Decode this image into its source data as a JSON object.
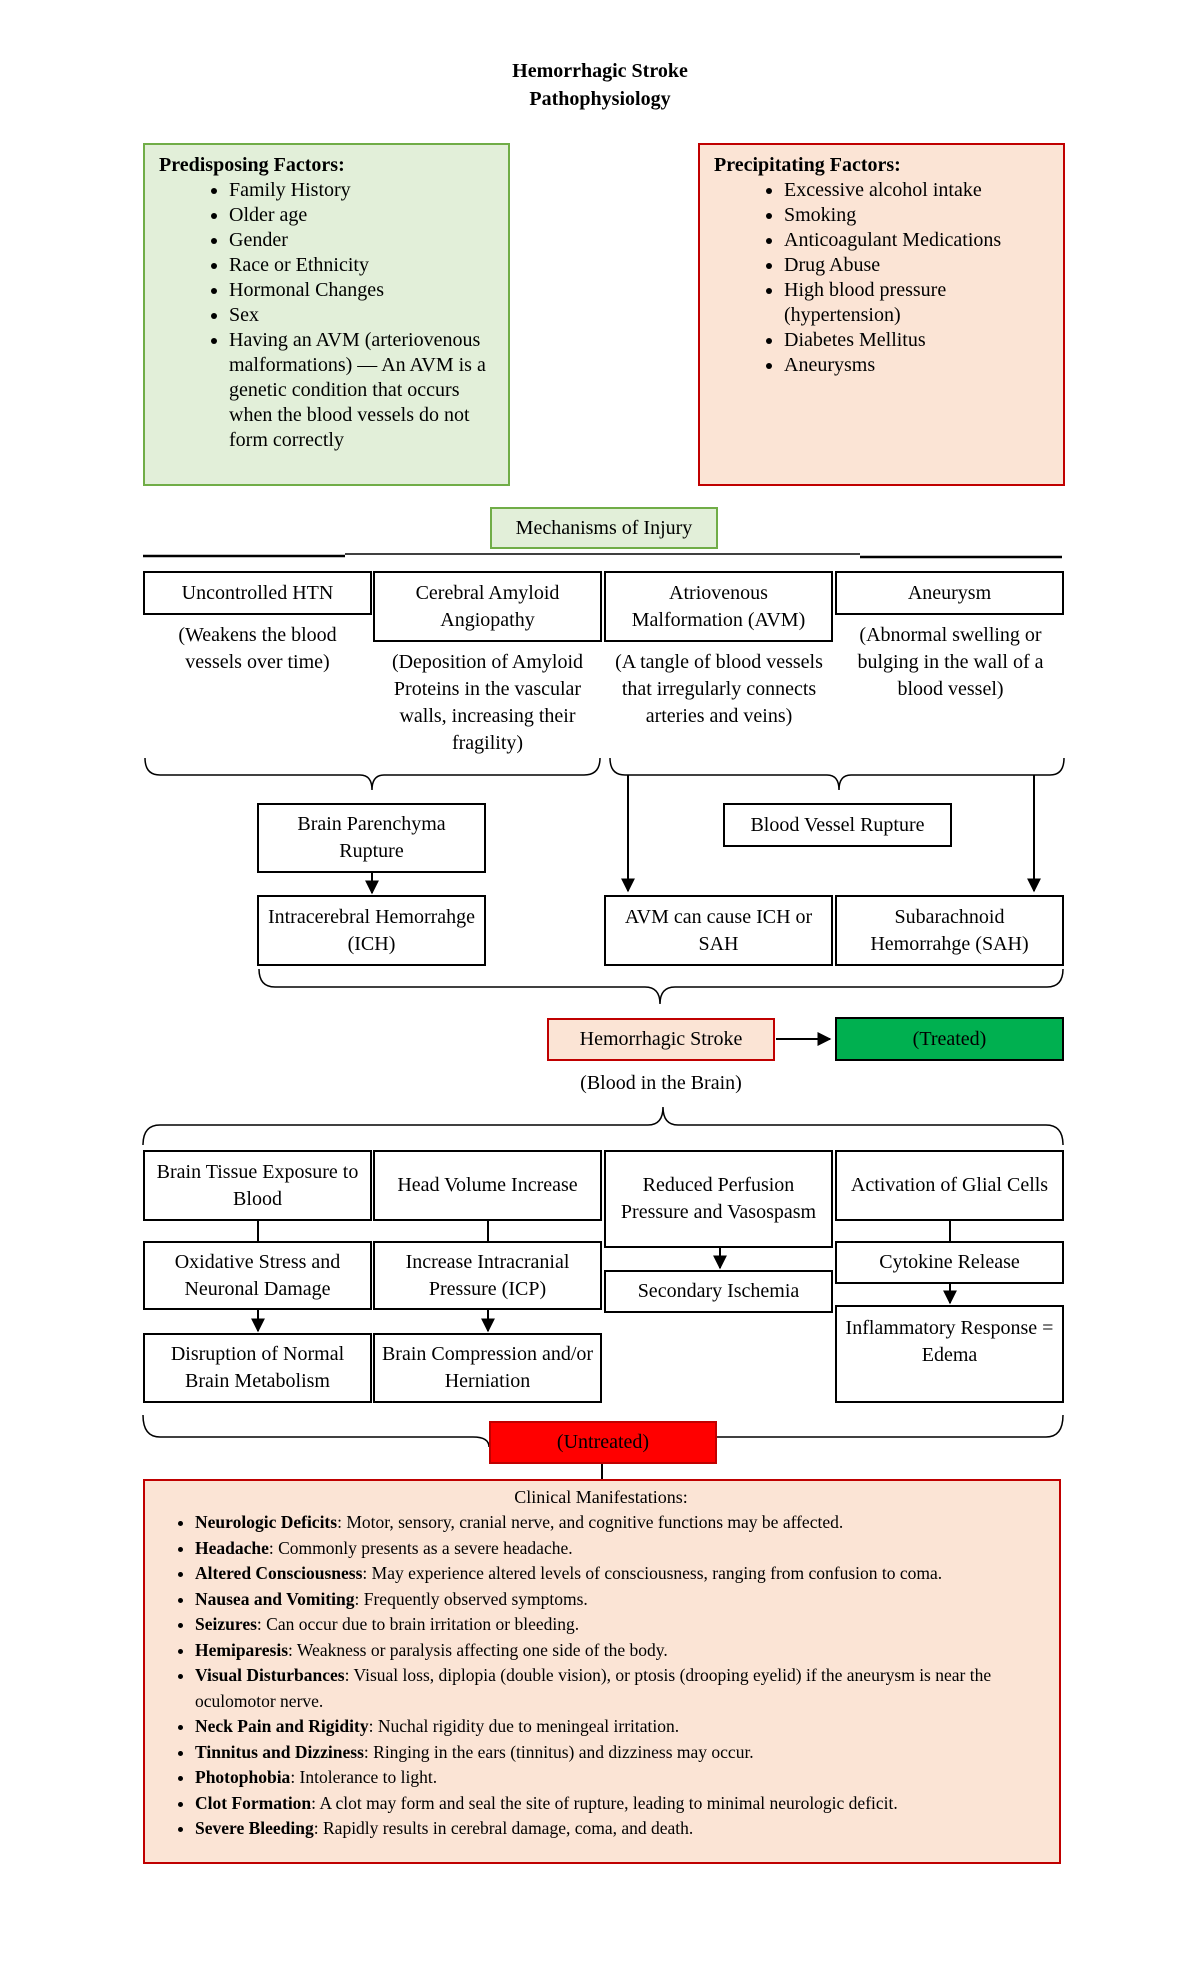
{
  "title": {
    "line1": "Hemorrhagic Stroke",
    "line2": "Pathophysiology"
  },
  "predisposing": {
    "heading": "Predisposing Factors:",
    "items": [
      "Family History",
      "Older age",
      "Gender",
      "Race or Ethnicity",
      "Hormonal Changes",
      "Sex",
      "Having an AVM (arteriovenous malformations) — An AVM is a genetic condition that occurs when the blood vessels do not form correctly"
    ]
  },
  "precipitating": {
    "heading": "Precipitating Factors:",
    "items": [
      "Excessive alcohol intake",
      "Smoking",
      "Anticoagulant Medications",
      "Drug Abuse",
      "High blood pressure (hypertension)",
      "Diabetes Mellitus",
      "Aneurysms"
    ]
  },
  "mechanisms": {
    "label": "Mechanisms of Injury",
    "items": [
      {
        "name": "Uncontrolled HTN",
        "desc": "(Weakens the blood vessels over time)"
      },
      {
        "name": "Cerebral Amyloid Angiopathy",
        "desc": "(Deposition of Amyloid Proteins in the vascular walls, increasing their fragility)"
      },
      {
        "name": "Atriovenous Malformation (AVM)",
        "desc": "(A tangle of blood vessels that irregularly connects arteries and veins)"
      },
      {
        "name": "Aneurysm",
        "desc": "(Abnormal swelling or bulging in the wall of a blood vessel)"
      }
    ]
  },
  "rupture": {
    "brain_parenchyma": "Brain Parenchyma Rupture",
    "blood_vessel": "Blood Vessel Rupture",
    "ich": "Intracerebral Hemorrahge (ICH)",
    "avm": "AVM can cause ICH or SAH",
    "sah": "Subarachnoid Hemorrahge (SAH)"
  },
  "stroke": {
    "label": "Hemorrhagic Stroke",
    "treated": "(Treated)",
    "subtitle": "(Blood in the Brain)"
  },
  "effects": {
    "col1": [
      "Brain Tissue Exposure to Blood",
      "Oxidative Stress and Neuronal Damage",
      "Disruption of Normal Brain Metabolism"
    ],
    "col2": [
      "Head Volume Increase",
      "Increase Intracranial Pressure (ICP)",
      "Brain Compression and/or Herniation"
    ],
    "col3": [
      "Reduced Perfusion Pressure and Vasospasm",
      "Secondary Ischemia"
    ],
    "col4": [
      "Activation of Glial Cells",
      "Cytokine Release",
      "Inflammatory Response = Edema"
    ]
  },
  "untreated": "(Untreated)",
  "clinical": {
    "heading": "Clinical Manifestations:",
    "items": [
      {
        "term": "Neurologic Deficits",
        "text": ": Motor, sensory, cranial nerve, and cognitive functions may be affected."
      },
      {
        "term": "Headache",
        "text": ": Commonly presents as a severe headache."
      },
      {
        "term": "Altered Consciousness",
        "text": ": May experience altered levels of consciousness, ranging from confusion to coma."
      },
      {
        "term": "Nausea and Vomiting",
        "text": ": Frequently observed symptoms."
      },
      {
        "term": "Seizures",
        "text": ": Can occur due to brain irritation or bleeding."
      },
      {
        "term": "Hemiparesis",
        "text": ": Weakness or paralysis affecting one side of the body."
      },
      {
        "term": "Visual Disturbances",
        "text": ": Visual loss, diplopia (double vision), or ptosis (drooping eyelid) if the aneurysm is near the oculomotor nerve."
      },
      {
        "term": "Neck Pain and Rigidity",
        "text": ": Nuchal rigidity due to meningeal irritation."
      },
      {
        "term": "Tinnitus and Dizziness",
        "text": ": Ringing in the ears (tinnitus) and dizziness may occur."
      },
      {
        "term": "Photophobia",
        "text": ": Intolerance to light."
      },
      {
        "term": "Clot Formation",
        "text": ": A clot may form and seal the site of rupture, leading to minimal neurologic deficit."
      },
      {
        "term": "Severe Bleeding",
        "text": ": Rapidly results in cerebral damage, coma, and death."
      }
    ]
  },
  "colors": {
    "green_fill": "#e2efd9",
    "green_border": "#70ad47",
    "salmon_fill": "#fbe4d5",
    "red_border": "#c00000",
    "treated_fill": "#00b050",
    "untreated_fill": "#ff0000"
  }
}
